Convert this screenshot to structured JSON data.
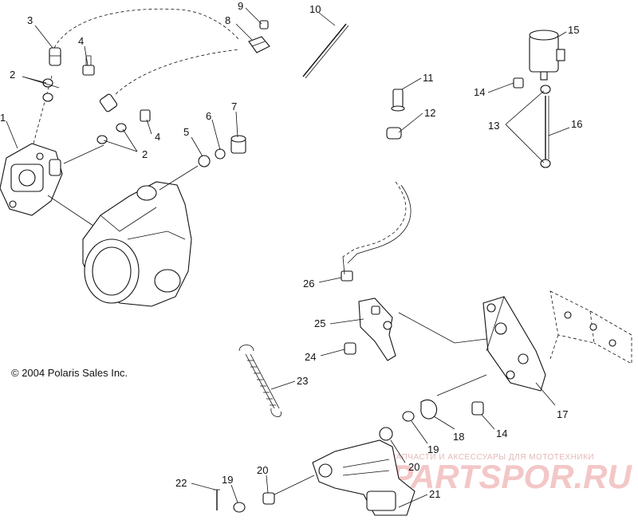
{
  "copyright": "© 2004 Polaris Sales Inc.",
  "watermark": {
    "tagline": "ЗАПЧАСТИ И АКСЕССУАРЫ ДЛЯ МОТОТЕХНИКИ",
    "brand": "PARTSPOR.RU"
  },
  "callouts": {
    "c1": "1",
    "c2a": "2",
    "c2b": "2",
    "c3": "3",
    "c4a": "4",
    "c4b": "4",
    "c5": "5",
    "c6": "6",
    "c7": "7",
    "c8": "8",
    "c9": "9",
    "c10": "10",
    "c11": "11",
    "c12": "12",
    "c13": "13",
    "c14a": "14",
    "c14b": "14",
    "c15": "15",
    "c16": "16",
    "c17": "17",
    "c18": "18",
    "c19a": "19",
    "c19b": "19",
    "c20a": "20",
    "c20b": "20",
    "c21": "21",
    "c22": "22",
    "c23": "23",
    "c24": "24",
    "c25": "25",
    "c26": "26"
  }
}
